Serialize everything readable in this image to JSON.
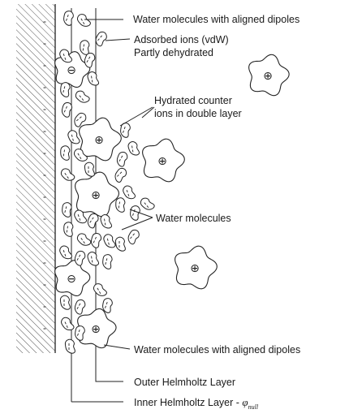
{
  "labels": {
    "top_dipoles": "Water molecules with aligned dipoles",
    "adsorbed_1": "Adsorbed ions (vdW)",
    "adsorbed_2": "Partly dehydrated",
    "hydrated_1": "Hydrated counter",
    "hydrated_2": "ions in double layer",
    "water": "Water molecules",
    "bottom_dipoles": "Water molecules with aligned dipoles",
    "outer": "Outer Helmholtz Layer",
    "inner": "Inner Helmholtz Layer - ",
    "phi_symbol": "φ",
    "phi_sub": "null"
  },
  "symbols": {
    "plus": "⊕",
    "minus": "⊖",
    "dash": "-"
  },
  "icons": {
    "water_molecule": "kidney-bean-dipole-icon",
    "hydrated_ion": "star-blob-cation-icon",
    "electrode": "hatched-electrode-wall"
  }
}
